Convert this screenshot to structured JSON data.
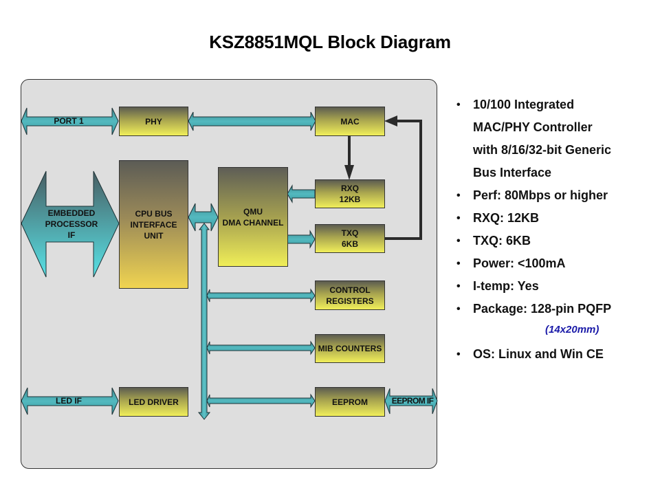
{
  "title": "KSZ8851MQL Block Diagram",
  "colors": {
    "panel_bg": "#dedede",
    "arrow_teal": "#4fb8bd",
    "block_yellow": "#f1ef5a",
    "note_blue": "#1a1aa8"
  },
  "diagram": {
    "blocks": {
      "phy": "PHY",
      "mac": "MAC",
      "cpu_bus": "CPU BUS\nINTERFACE\nUNIT",
      "qmu": "QMU\nDMA CHANNEL",
      "rxq": "RXQ\n12KB",
      "txq": "TXQ\n6KB",
      "control_registers": "CONTROL\nREGISTERS",
      "mib_counters": "MIB COUNTERS",
      "led_driver": "LED DRIVER",
      "eeprom": "EEPROM"
    },
    "interfaces": {
      "port1": "PORT 1",
      "embedded_processor": "EMBEDDED\nPROCESSOR\nIF",
      "led_if": "LED IF",
      "eeprom_if": "EEPROM IF"
    },
    "connections": [
      {
        "from": "PORT 1",
        "to": "PHY",
        "type": "bidirectional"
      },
      {
        "from": "PHY",
        "to": "MAC",
        "type": "bidirectional"
      },
      {
        "from": "MAC",
        "to": "RXQ",
        "type": "directed"
      },
      {
        "from": "TXQ",
        "to": "MAC",
        "type": "directed"
      },
      {
        "from": "RXQ",
        "to": "QMU",
        "type": "directed"
      },
      {
        "from": "QMU",
        "to": "TXQ",
        "type": "directed"
      },
      {
        "from": "EMBEDDED PROCESSOR IF",
        "to": "CPU BUS INTERFACE UNIT",
        "type": "bidirectional"
      },
      {
        "from": "CPU BUS INTERFACE UNIT",
        "to": "QMU",
        "type": "bidirectional"
      },
      {
        "from": "Internal Bus",
        "to": "CONTROL REGISTERS",
        "type": "bidirectional"
      },
      {
        "from": "Internal Bus",
        "to": "MIB COUNTERS",
        "type": "bidirectional"
      },
      {
        "from": "Internal Bus",
        "to": "EEPROM",
        "type": "bidirectional"
      },
      {
        "from": "EEPROM",
        "to": "EEPROM IF",
        "type": "bidirectional"
      },
      {
        "from": "LED IF",
        "to": "LED DRIVER",
        "type": "bidirectional"
      }
    ]
  },
  "features": {
    "items": [
      {
        "lines": [
          "10/100 Integrated",
          "MAC/PHY  Controller",
          "with  8/16/32-bit Generic",
          "Bus Interface"
        ]
      },
      {
        "lines": [
          "Perf: 80Mbps or higher"
        ]
      },
      {
        "lines": [
          "RXQ: 12KB"
        ]
      },
      {
        "lines": [
          "TXQ: 6KB"
        ]
      },
      {
        "lines": [
          "Power: <100mA"
        ]
      },
      {
        "lines": [
          "I-temp: Yes"
        ]
      },
      {
        "lines": [
          "Package: 128-pin PQFP"
        ]
      },
      {
        "lines": [
          "OS: Linux and Win CE"
        ]
      }
    ],
    "package_note": "(14x20mm)",
    "bullet_glyph": "•"
  }
}
